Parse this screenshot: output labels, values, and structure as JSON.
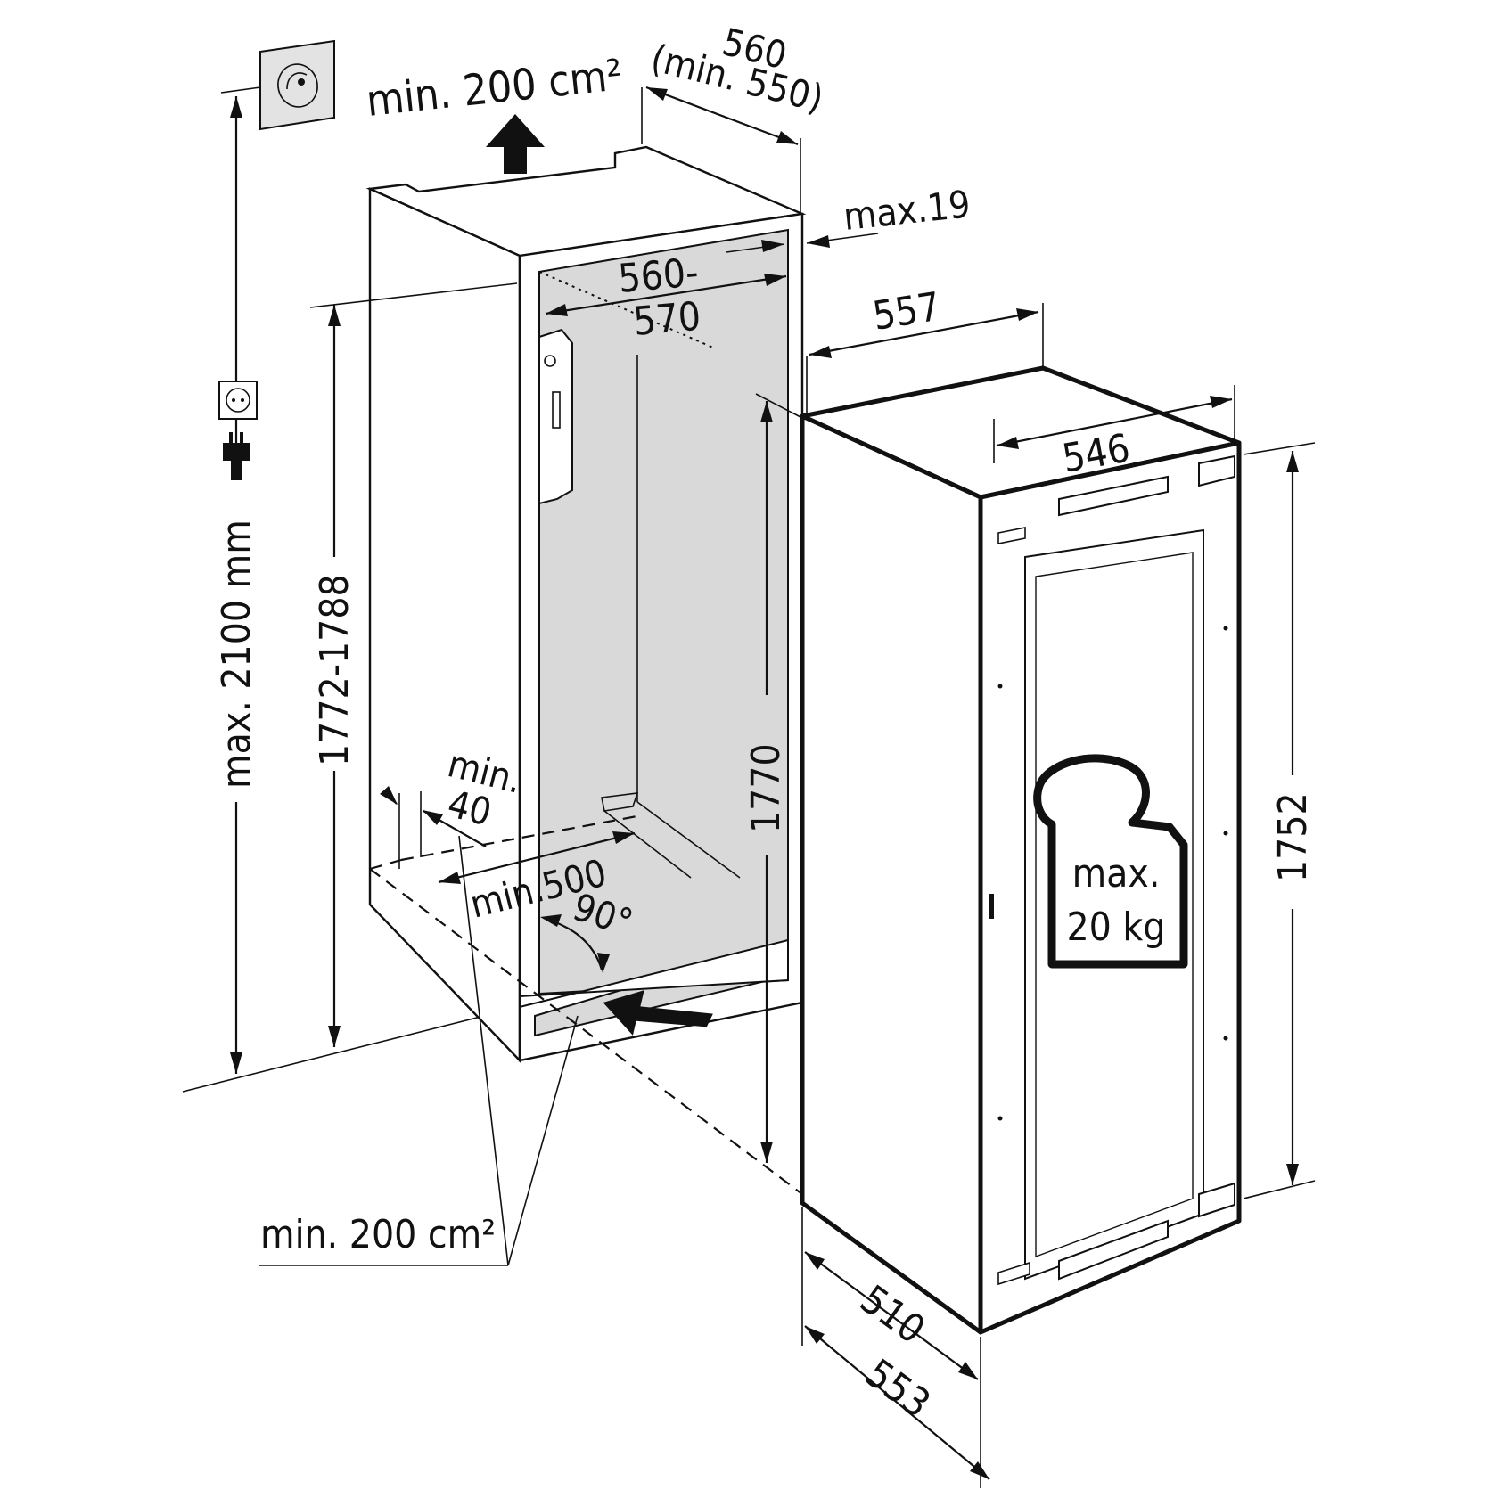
{
  "labels": {
    "top_ventilation": "min. 200 cm²",
    "niche_depth": "560",
    "niche_depth_min": "(min. 550)",
    "max_offset": "max.19",
    "niche_width_top": "560-",
    "niche_width_bottom": "570",
    "depth_557": "557",
    "width_546": "546",
    "height_1770": "1770",
    "niche_height": "1772-1788",
    "max_height": "max. 2100 mm",
    "height_1752": "1752",
    "min40_top": "min.",
    "min40_bottom": "40",
    "min500": "min.500",
    "angle_90": "90°",
    "bottom_ventilation": "min. 200 cm²",
    "depth_510": "510",
    "depth_553": "553",
    "weight_top": "max.",
    "weight_bottom": "20 kg"
  },
  "icons": [
    "wall-socket-icon",
    "power-plug-icon",
    "ventilation-icon",
    "weight-icon"
  ],
  "colors": {
    "ink": "#111111",
    "niche_fill": "#d9d9d9"
  }
}
